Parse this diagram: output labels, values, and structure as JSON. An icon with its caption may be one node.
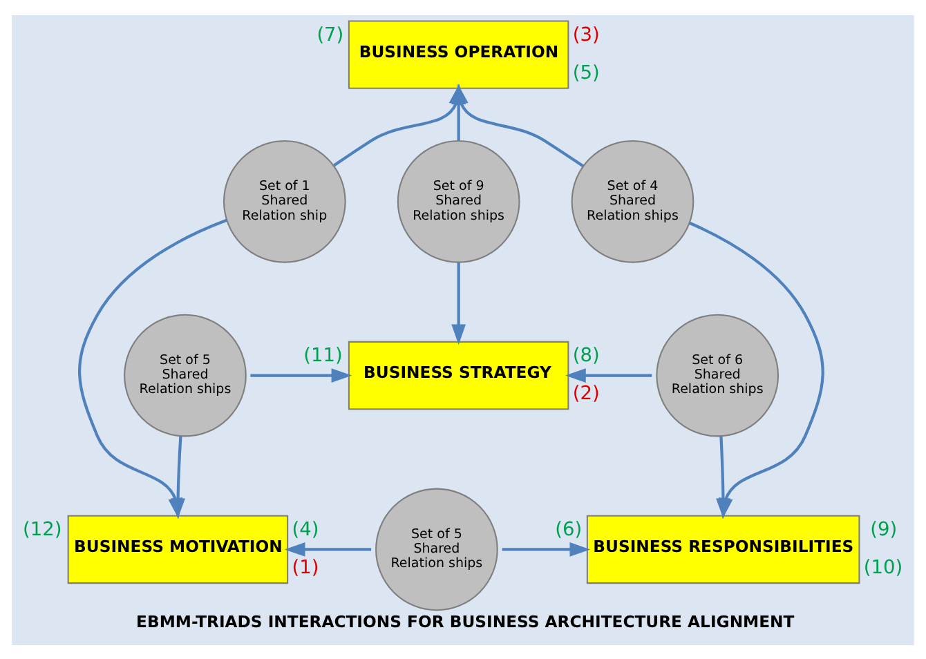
{
  "diagram": {
    "caption": "EBMM-TRIADS INTERACTIONS FOR BUSINESS ARCHITECTURE ALIGNMENT",
    "nodes": [
      {
        "text": [
          "BUSINESS OPERATION"
        ],
        "beside": [
          "(7)",
          "(3)",
          "(5)"
        ]
      },
      {
        "text": [
          "Set of 1 Shared Relation ship"
        ]
      },
      {
        "text": [
          "Set of 9 Shared Relation ships"
        ]
      },
      {
        "text": [
          "Set of 4 Shared Relation ships"
        ]
      },
      {
        "text": [
          "Set of 5 Shared Relation ships"
        ]
      },
      {
        "text": [
          "BUSINESS STRATEGY"
        ],
        "beside": [
          "(11)",
          "(8)",
          "(2)"
        ]
      },
      {
        "text": [
          "Set of 6 Shared Relation ships"
        ]
      },
      {
        "text": [
          "BUSINESS MOTIVATION"
        ],
        "beside": [
          "(12)",
          "(4)",
          "(1)"
        ]
      },
      {
        "text": [
          "Set of 5 Shared Relation ships"
        ]
      },
      {
        "text": [
          "BUSINESS RESPONSIBILITIES"
        ],
        "beside": [
          "(6)",
          "(9)",
          "(10)"
        ]
      }
    ],
    "edges": [
      {
        "from": 1,
        "to": 0,
        "arrow": "to"
      },
      {
        "from": 1,
        "to": 7,
        "arrow": "to"
      },
      {
        "from": 2,
        "to": 0,
        "arrow": "to"
      },
      {
        "from": 2,
        "to": 5,
        "arrow": "to"
      },
      {
        "from": 3,
        "to": 0,
        "arrow": "to"
      },
      {
        "from": 3,
        "to": 9,
        "arrow": "to"
      },
      {
        "from": 4,
        "to": 5,
        "arrow": "to"
      },
      {
        "from": 4,
        "to": 7,
        "arrow": "to"
      },
      {
        "from": 6,
        "to": 5,
        "arrow": "to"
      },
      {
        "from": 6,
        "to": 9,
        "arrow": "to"
      },
      {
        "from": 8,
        "to": 7,
        "arrow": "to"
      },
      {
        "from": 8,
        "to": 9,
        "arrow": "to"
      }
    ]
  }
}
